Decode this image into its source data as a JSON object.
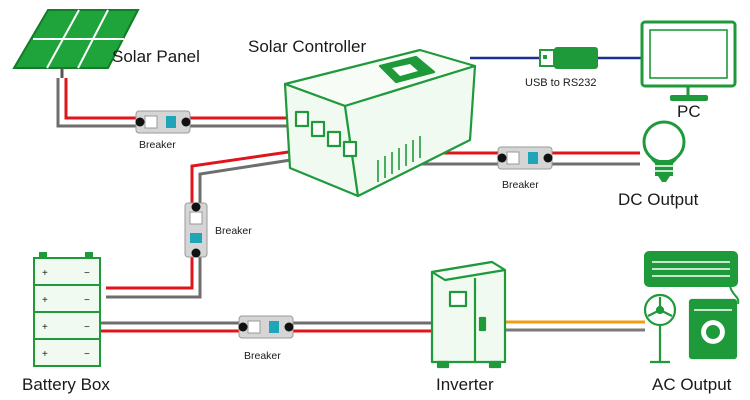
{
  "labels": {
    "solar_panel": "Solar Panel",
    "solar_controller": "Solar Controller",
    "usb_link": "USB to RS232",
    "pc": "PC",
    "dc_output": "DC Output",
    "battery_box": "Battery Box",
    "inverter": "Inverter",
    "ac_output": "AC Output"
  },
  "breakers": {
    "panel_to_controller": "Breaker",
    "controller_to_dc": "Breaker",
    "controller_to_battery": "Breaker",
    "battery_to_inverter": "Breaker"
  },
  "colors": {
    "equipment_green": "#1f9a3b",
    "equipment_fill": "#f1faf1",
    "wire_positive": "#e0151b",
    "wire_negative": "#6e6e6e",
    "data_link": "#1a2f8f",
    "ac_wire": "#f39c12",
    "breaker_cyan": "#1fa5b8"
  }
}
